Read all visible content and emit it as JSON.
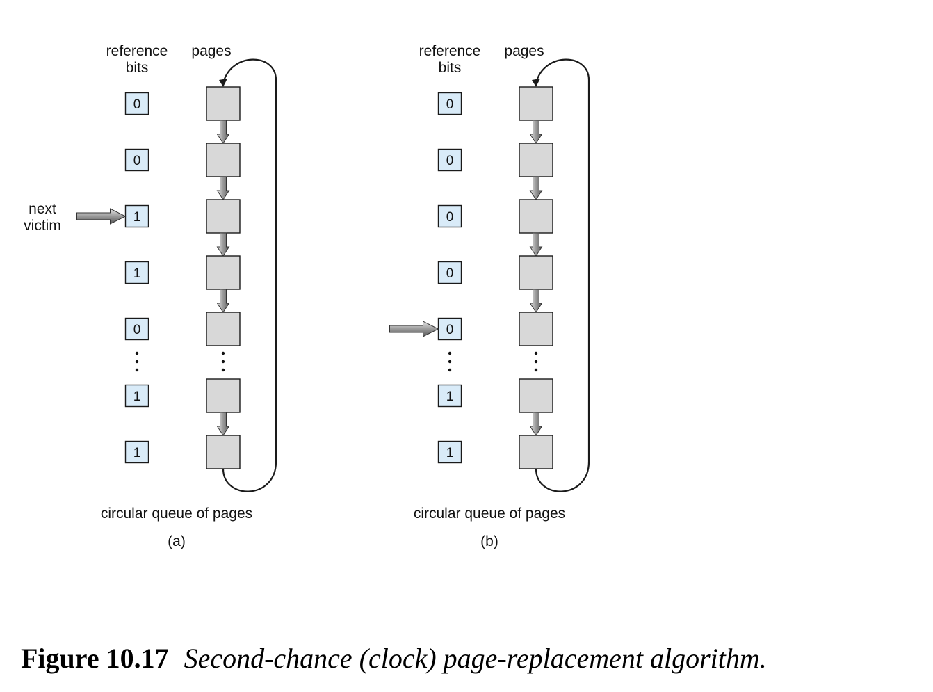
{
  "panels": [
    {
      "id": "a",
      "header_reference": [
        "reference",
        "bits"
      ],
      "header_pages": "pages",
      "bits": [
        "0",
        "0",
        "1",
        "1",
        "0",
        "1",
        "1"
      ],
      "pointer_index": 2,
      "pointer_label": [
        "next",
        "victim"
      ],
      "queue_label": "circular queue of pages",
      "panel_label": "(a)"
    },
    {
      "id": "b",
      "header_reference": [
        "reference",
        "bits"
      ],
      "header_pages": "pages",
      "bits": [
        "0",
        "0",
        "0",
        "0",
        "0",
        "1",
        "1"
      ],
      "pointer_index": 4,
      "pointer_label": [],
      "queue_label": "circular queue of pages",
      "panel_label": "(b)"
    }
  ],
  "caption": {
    "number": "Figure 10.17",
    "text": "Second-chance (clock) page-replacement algorithm."
  },
  "colors": {
    "bit_fill": "#d9ebf8",
    "page_fill": "#d8d8d8",
    "arrow_gray": "#8a8a8a"
  }
}
